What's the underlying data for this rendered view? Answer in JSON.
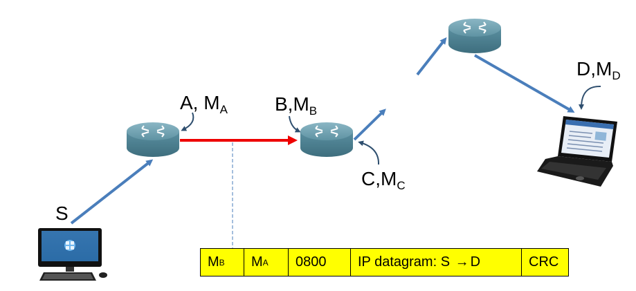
{
  "nodes": {
    "source_label": "S",
    "router_a": {
      "name": "A,",
      "mac_main": "M",
      "mac_sub": "A"
    },
    "router_b": {
      "name": "B,",
      "mac_main": "M",
      "mac_sub": "B"
    },
    "router_c": {
      "name": "C,",
      "mac_main": "M",
      "mac_sub": "C"
    },
    "dest": {
      "name": "D,",
      "mac_main": "M",
      "mac_sub": "D"
    }
  },
  "frame": {
    "dst_mac": {
      "main": "M",
      "sub": "B"
    },
    "src_mac": {
      "main": "M",
      "sub": "A"
    },
    "ethertype": "0800",
    "payload_prefix": "IP datagram: S ",
    "payload_arrow": "→",
    "payload_suffix": "D",
    "crc": "CRC"
  },
  "colors": {
    "link_arrow": "#4a7ebb",
    "highlight_arrow": "#ee0000",
    "frame_fill": "#ffff00",
    "router_body": "#5a8fa0",
    "callout": "#2f4f6f"
  },
  "icons": [
    "desktop-computer-icon",
    "router-icon",
    "laptop-icon"
  ]
}
